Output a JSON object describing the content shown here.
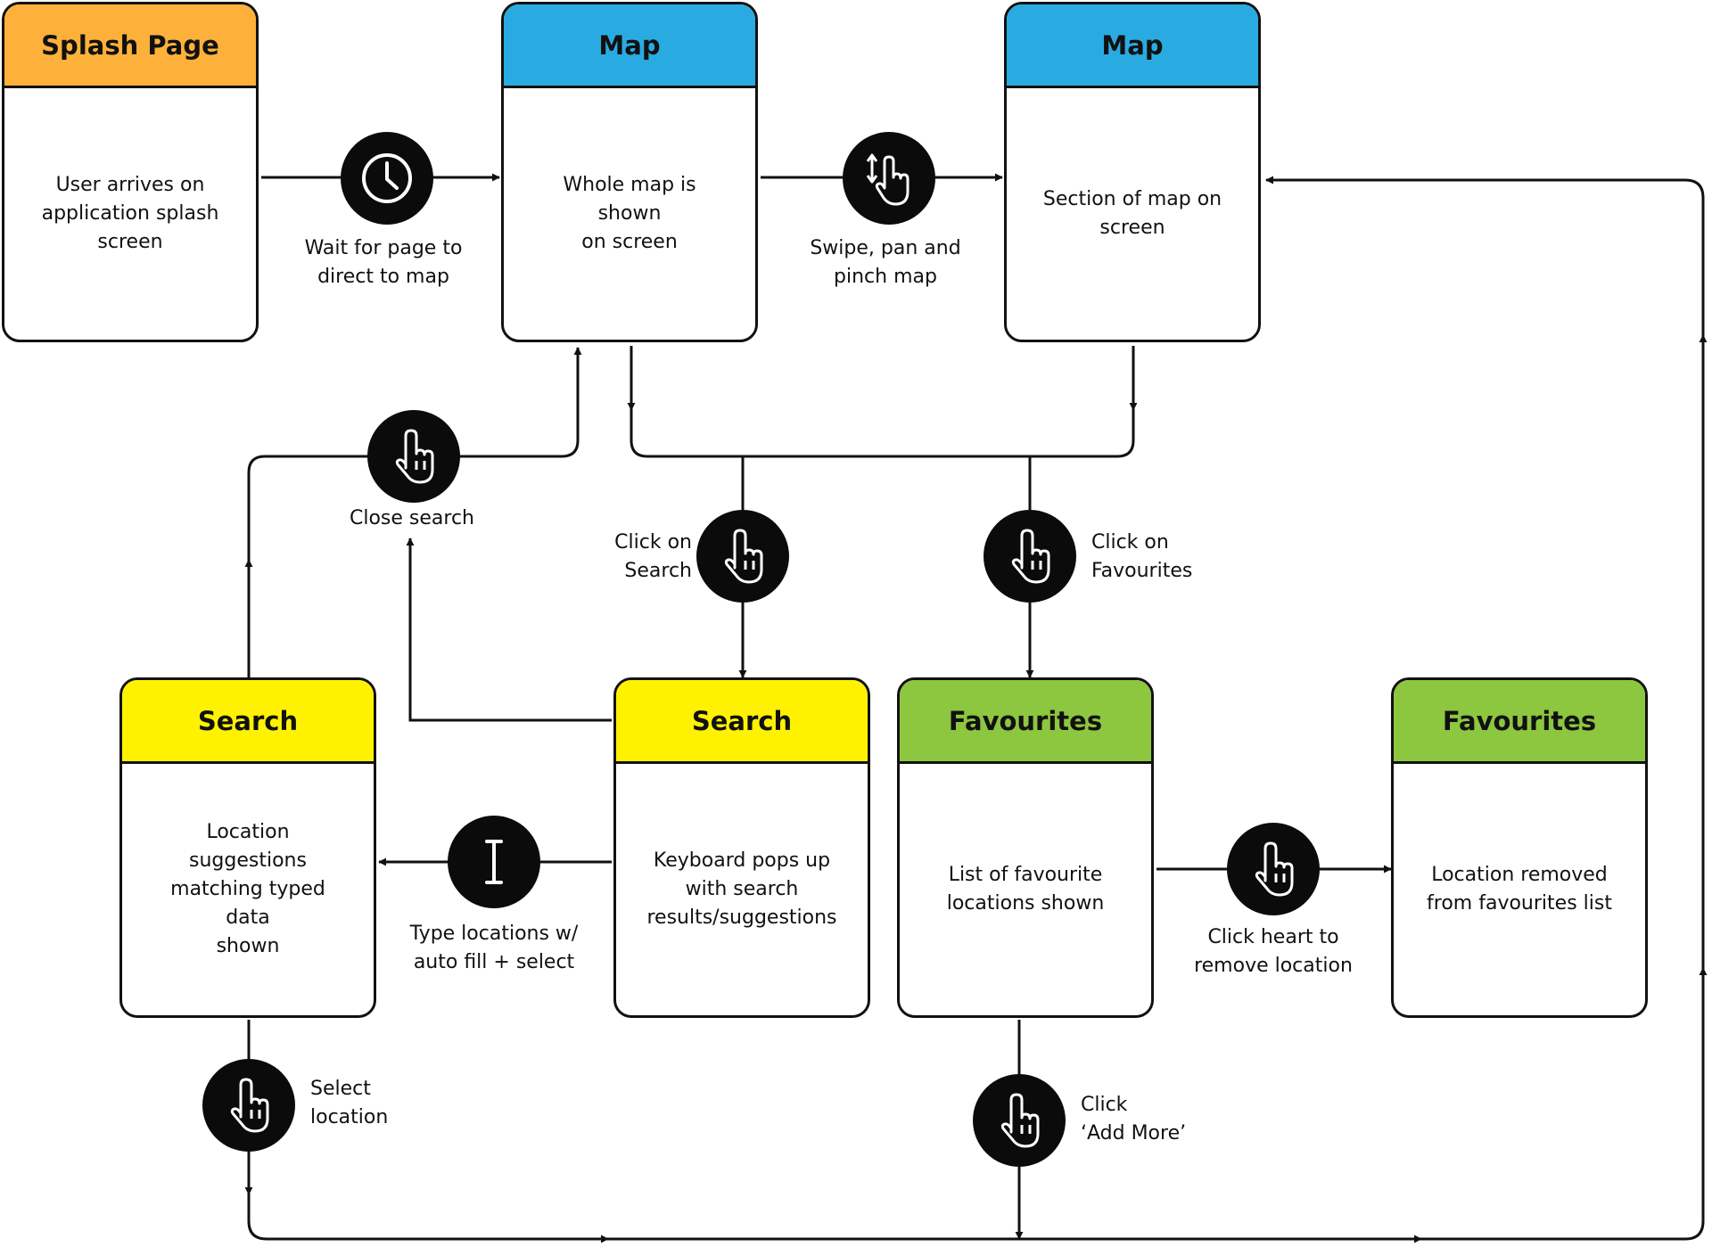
{
  "colors": {
    "splash": "#FDB13A",
    "map": "#29ABE2",
    "search": "#FFF200",
    "favourites": "#8DC63F",
    "line": "#111111"
  },
  "boxes": {
    "splash": {
      "title": "Splash Page",
      "text": "User arrives on\napplication splash\nscreen"
    },
    "map_whole": {
      "title": "Map",
      "text": "Whole map is shown\non screen"
    },
    "map_section": {
      "title": "Map",
      "text": "Section of map on\nscreen"
    },
    "search_results": {
      "title": "Search",
      "text": "Location suggestions\nmatching typed data\nshown"
    },
    "search_keyboard": {
      "title": "Search",
      "text": "Keyboard pops up\nwith search\nresults/suggestions"
    },
    "fav_list": {
      "title": "Favourites",
      "text": "List of favourite\nlocations shown"
    },
    "fav_removed": {
      "title": "Favourites",
      "text": "Location removed\nfrom favourites list"
    }
  },
  "actions": {
    "wait": {
      "label": "Wait for page to\ndirect to map",
      "icon": "clock-icon"
    },
    "swipe": {
      "label": "Swipe, pan and\npinch map",
      "icon": "swipe-gesture-icon"
    },
    "close_search": {
      "label": "Close search",
      "icon": "pointer-hand-icon"
    },
    "click_search": {
      "label": "Click on\nSearch",
      "icon": "pointer-hand-icon"
    },
    "click_favourites": {
      "label": "Click on\nFavourites",
      "icon": "pointer-hand-icon"
    },
    "type_locations": {
      "label": "Type locations w/\nauto fill + select",
      "icon": "text-cursor-icon"
    },
    "click_heart": {
      "label": "Click heart to\nremove location",
      "icon": "pointer-hand-icon"
    },
    "select_location": {
      "label": "Select\nlocation",
      "icon": "pointer-hand-icon"
    },
    "add_more": {
      "label": "Click\n‘Add More’",
      "icon": "pointer-hand-icon"
    }
  }
}
